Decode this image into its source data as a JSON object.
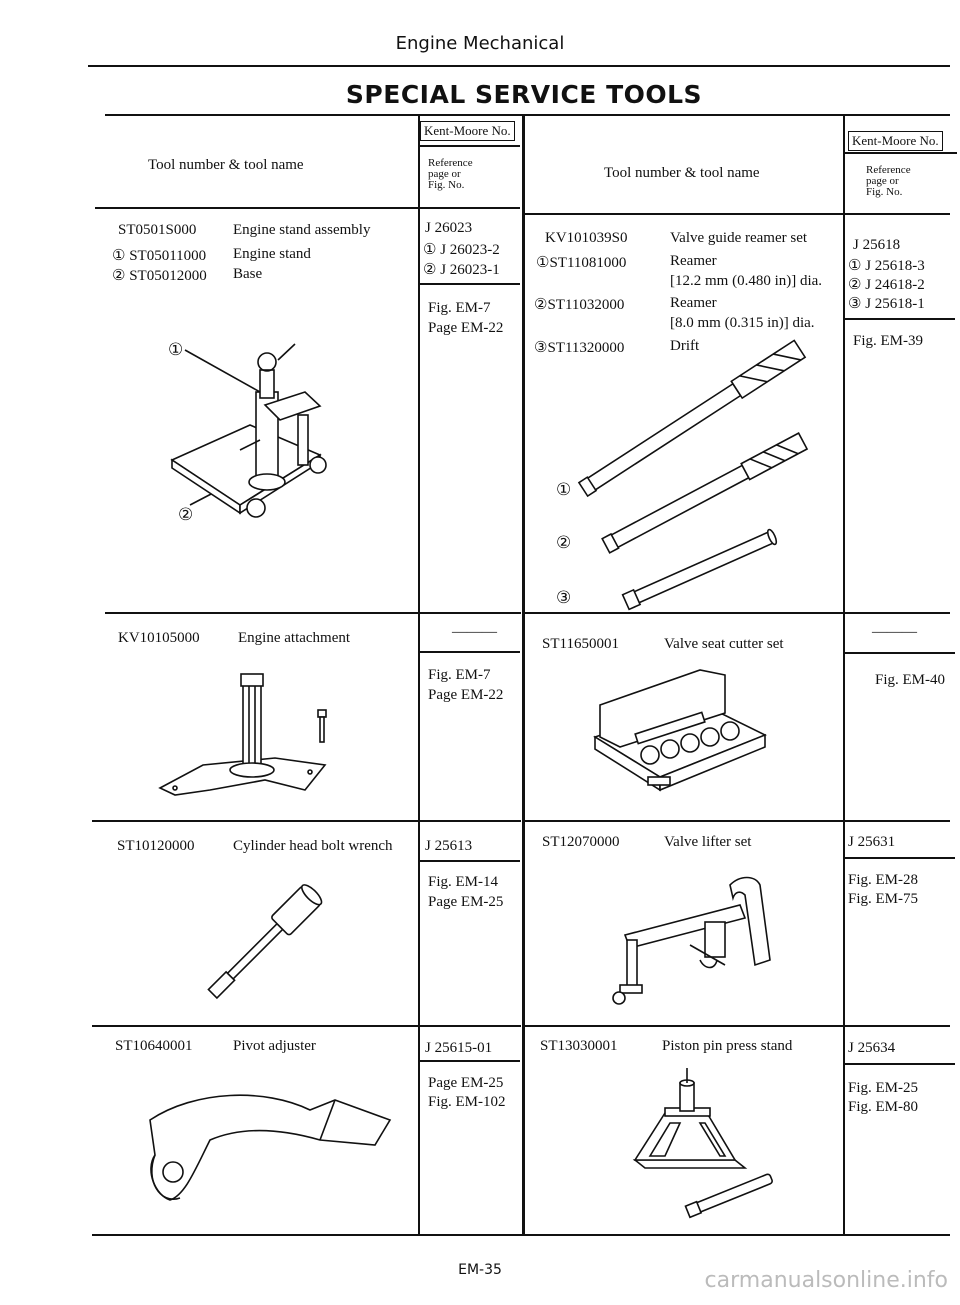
{
  "header": {
    "section": "Engine Mechanical",
    "title": "SPECIAL SERVICE TOOLS"
  },
  "columns": {
    "left": {
      "tool_head": "Tool number & tool name",
      "km_head": "Kent-Moore No.",
      "ref_head": [
        "Reference",
        "page or",
        "Fig. No."
      ]
    },
    "right": {
      "tool_head": "Tool number & tool name",
      "km_head": "Kent-Moore No.",
      "ref_head": [
        "Reference",
        "page or",
        "Fig. No."
      ]
    }
  },
  "left_rows": [
    {
      "lines": [
        {
          "num": "ST0501S000",
          "name": "Engine stand assembly"
        },
        {
          "num": "① ST05011000",
          "name": "Engine stand"
        },
        {
          "num": "② ST05012000",
          "name": "Base"
        }
      ],
      "km": [
        "J 26023",
        "① J 26023-2",
        "② J 26023-1"
      ],
      "ref": [
        "Fig. EM-7",
        "Page EM-22"
      ],
      "callouts": [
        "①",
        "②"
      ]
    },
    {
      "lines": [
        {
          "num": "KV10105000",
          "name": "Engine attachment"
        }
      ],
      "km": [
        "———"
      ],
      "ref": [
        "Fig. EM-7",
        "Page EM-22"
      ]
    },
    {
      "lines": [
        {
          "num": "ST10120000",
          "name": "Cylinder head bolt wrench"
        }
      ],
      "km": [
        "J 25613"
      ],
      "ref": [
        "Fig. EM-14",
        "Page EM-25"
      ]
    },
    {
      "lines": [
        {
          "num": "ST10640001",
          "name": "Pivot adjuster"
        }
      ],
      "km": [
        "J 25615-01"
      ],
      "ref": [
        "Page EM-25",
        "Fig. EM-102"
      ]
    }
  ],
  "right_rows": [
    {
      "lines": [
        {
          "num": "KV101039S0",
          "name": "Valve guide reamer set"
        },
        {
          "num": "①ST11081000",
          "name": "Reamer"
        },
        {
          "num": "",
          "name": "[12.2 mm (0.480 in)] dia."
        },
        {
          "num": "②ST11032000",
          "name": "Reamer"
        },
        {
          "num": "",
          "name": "[8.0 mm (0.315 in)] dia."
        },
        {
          "num": "③ST11320000",
          "name": "Drift"
        }
      ],
      "km": [
        "J 25618",
        "① J 25618-3",
        "② J 24618-2",
        "③ J 25618-1"
      ],
      "ref": [
        "Fig. EM-39"
      ],
      "callouts": [
        "①",
        "②",
        "③"
      ]
    },
    {
      "lines": [
        {
          "num": "ST11650001",
          "name": "Valve seat cutter set"
        }
      ],
      "km": [
        "———"
      ],
      "ref": [
        "Fig. EM-40"
      ]
    },
    {
      "lines": [
        {
          "num": "ST12070000",
          "name": "Valve lifter set"
        }
      ],
      "km": [
        "J 25631"
      ],
      "ref": [
        "Fig. EM-28",
        "Fig. EM-75"
      ]
    },
    {
      "lines": [
        {
          "num": "ST13030001",
          "name": "Piston pin press stand"
        }
      ],
      "km": [
        "J 25634"
      ],
      "ref": [
        "Fig. EM-25",
        "Fig. EM-80"
      ]
    }
  ],
  "footer": {
    "page": "EM-35",
    "watermark": "carmanualsonline.info"
  }
}
